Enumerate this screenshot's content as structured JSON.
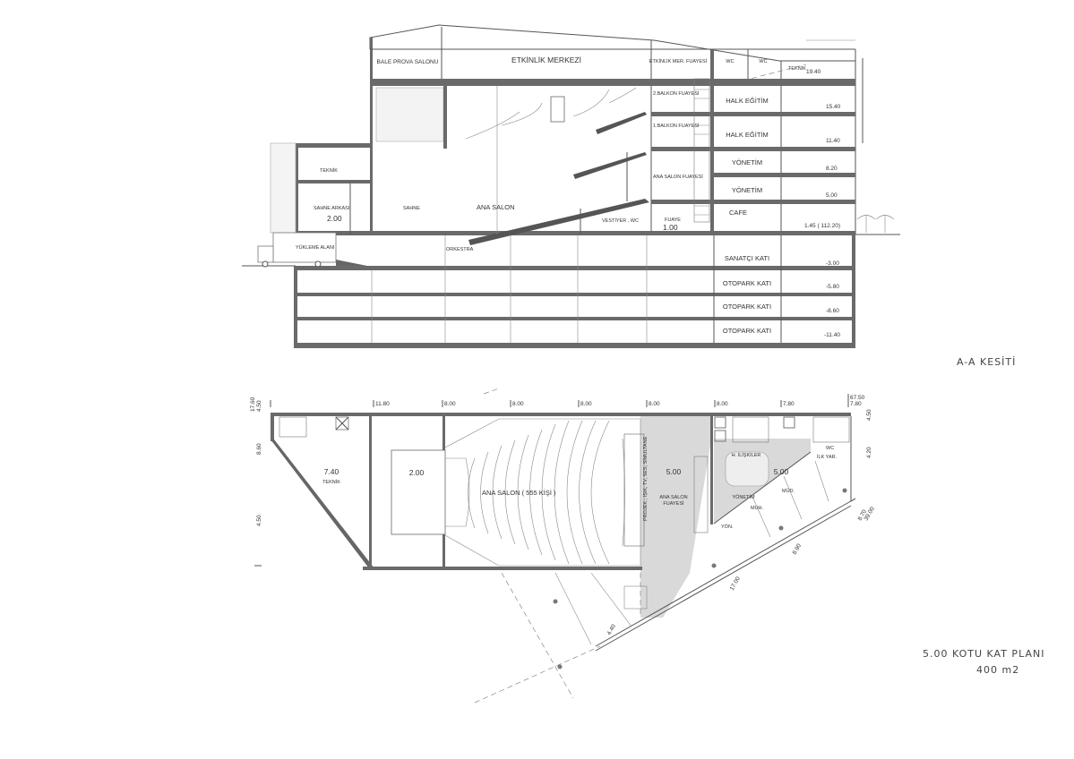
{
  "section": {
    "title": "A-A KESİTİ",
    "rooms": {
      "bale": "BALE PROVA SALONU",
      "etkinlik": "ETKİNLİK MERKEZİ",
      "etkinlik_fuaye": "ETKİNLİK MER. FUAYESİ",
      "wc1": "WC",
      "wc2": "WC",
      "teknik_top": "TEKNİK",
      "balkon2": "2.BALKON FUAYESİ",
      "balkon1": "1.BALKON FUAYESİ",
      "ana_salon_fuaye": "ANA SALON FUAYESİ",
      "teknik": "TEKNİK",
      "sahne_arkasi": "SAHNE ARKASI",
      "sahne_arkasi_level": "2.00",
      "sahne": "SAHNE",
      "ana_salon": "ANA SALON",
      "vestiyer": "VESTİYER , WC",
      "fuaye": "FUAYE",
      "fuaye_level": "1.00",
      "yukleme": "YÜKLEME ALANI",
      "orkestra": "ORKESTRA"
    },
    "floors": [
      {
        "name": "",
        "level": "19.40"
      },
      {
        "name": "HALK EĞİTİM",
        "level": "15.40"
      },
      {
        "name": "HALK EĞİTİM",
        "level": "11.40"
      },
      {
        "name": "YÖNETİM",
        "level": "8.20"
      },
      {
        "name": "YÖNETİM",
        "level": "5.00"
      },
      {
        "name": "CAFE",
        "level": "1.45 ( 112.20)"
      },
      {
        "name": "SANATÇI KATI",
        "level": "-3.00"
      },
      {
        "name": "OTOPARK KATI",
        "level": "-5.80"
      },
      {
        "name": "OTOPARK KATI",
        "level": "-8.60"
      },
      {
        "name": "OTOPARK KATI",
        "level": "-11.40"
      }
    ]
  },
  "plan": {
    "title": "5.00 KOTU KAT PLANI",
    "area": "400 m2",
    "dims_top": [
      "11.80",
      "8.00",
      "8.00",
      "8.00",
      "8.00",
      "8.00",
      "7.80"
    ],
    "dims_top_right": [
      "67.50",
      "7.80"
    ],
    "dims_left": [
      "17.60",
      "4.50",
      "8.60",
      "4.50"
    ],
    "dims_right": [
      "4.50",
      "4.20",
      "8.70",
      "39.00"
    ],
    "dims_bottom": [
      "8.90",
      "17.00",
      "4.40"
    ],
    "rooms": {
      "teknik_level": "7.40",
      "teknik": "TEKNİK",
      "stage_level": "2.00",
      "ana_salon": "ANA SALON  ( 555 KİŞİ )",
      "projeksiyon": "PROJEK., IŞIK, TV, SES, SİMULTANE",
      "fuaye_level": "5.00",
      "fuaye1": "ANA SALON",
      "fuaye2": "FUAYESİ",
      "h_iliskiler": "H. İLİŞKİLER",
      "yonetim_level": "5.00",
      "yonetim": "YÖNETİM",
      "wc": "WC",
      "ilk_yar": "İLK YAR.",
      "mud": "MÜD.",
      "muh": "MUH.",
      "yon": "YÖN."
    }
  }
}
